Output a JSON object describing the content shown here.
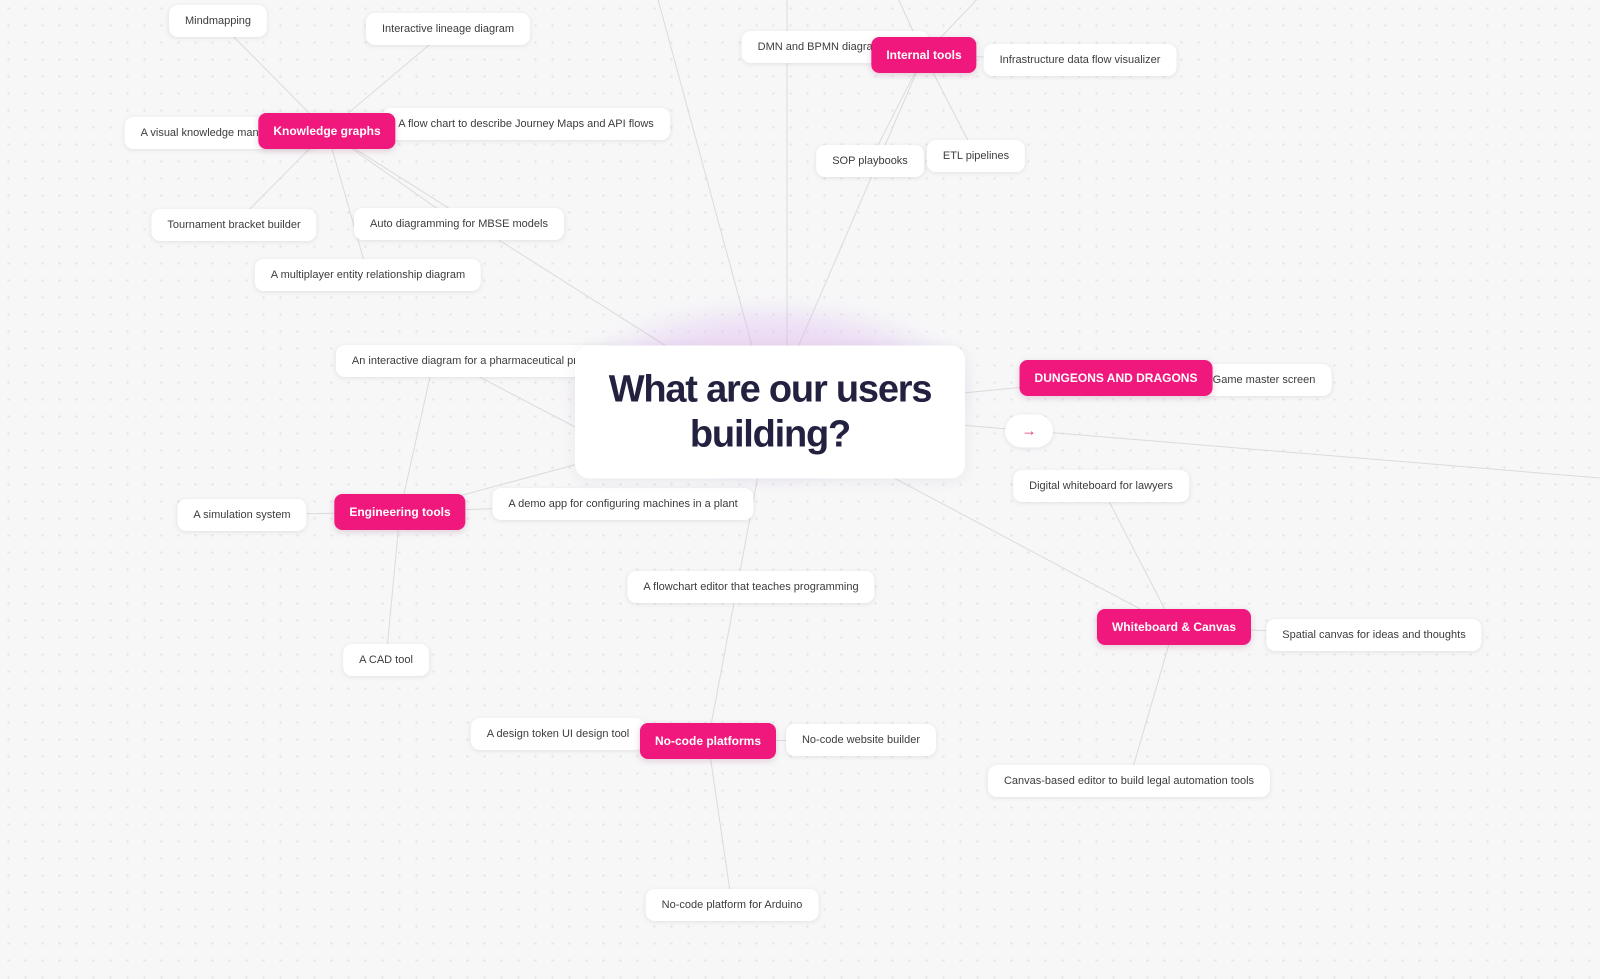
{
  "title": {
    "text": "What are our users building?"
  },
  "branches": {
    "knowledge_graphs": {
      "label": "Knowledge graphs"
    },
    "internal_tools": {
      "label": "Internal tools"
    },
    "dungeons_and_dragons": {
      "label": "DUNGEONS AND DRAGONS"
    },
    "engineering_tools": {
      "label": "Engineering tools"
    },
    "whiteboard_canvas": {
      "label": "Whiteboard & Canvas"
    },
    "no_code_platforms": {
      "label": "No-code platforms"
    }
  },
  "cards": {
    "mindmapping": {
      "label": "Mindmapping"
    },
    "interactive_lineage": {
      "label": "Interactive lineage diagram"
    },
    "visual_knowledge": {
      "label": "A visual knowledge management"
    },
    "flow_chart_journey": {
      "label": "A flow chart to describe Journey Maps and API flows"
    },
    "tournament_bracket": {
      "label": "Tournament bracket builder"
    },
    "auto_diagramming": {
      "label": "Auto diagramming for MBSE models"
    },
    "multiplayer_erd": {
      "label": "A multiplayer entity relationship diagram"
    },
    "pharma_diagram": {
      "label": "An interactive diagram for a pharmaceutical project"
    },
    "dmn_bpmn": {
      "label": "DMN and BPMN diagram editor"
    },
    "infra_visualizer": {
      "label": "Infrastructure data flow visualizer"
    },
    "sop_playbooks": {
      "label": "SOP playbooks"
    },
    "etl_pipelines": {
      "label": "ETL pipelines"
    },
    "game_master": {
      "label": "Game master screen"
    },
    "digital_whiteboard": {
      "label": "Digital whiteboard for lawyers"
    },
    "simulation_system": {
      "label": "A simulation system"
    },
    "demo_app": {
      "label": "A demo app for configuring machines in a plant"
    },
    "flowchart_teaches": {
      "label": "A flowchart editor that teaches programming"
    },
    "cad_tool": {
      "label": "A CAD tool"
    },
    "design_token": {
      "label": "A design token UI design tool"
    },
    "website_builder": {
      "label": "No-code website builder"
    },
    "arduino": {
      "label": "No-code platform for Arduino"
    },
    "spatial_canvas": {
      "label": "Spatial canvas for ideas and thoughts"
    },
    "canvas_legal": {
      "label": "Canvas-based editor to build legal automation tools"
    }
  },
  "connector": {
    "arrow_glyph": "→"
  },
  "colors": {
    "accent_pink": "#F0187C",
    "arrow_pink": "#E8336B",
    "title_ink": "#232140",
    "edge_gray": "#DBDBDB",
    "card_text": "#3C3C3C",
    "background": "#F7F7F8"
  }
}
